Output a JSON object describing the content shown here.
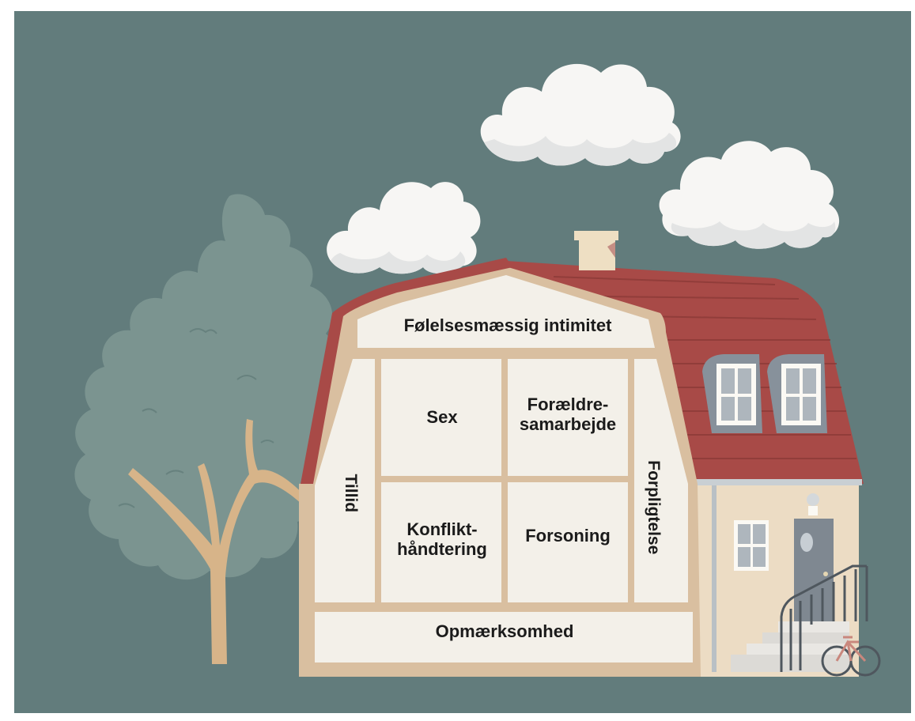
{
  "colors": {
    "background": "#627c7c",
    "cloud": "#f7f6f4",
    "cloud_shade": "#e3e4e4",
    "tree": "#7b9490",
    "trunk": "#d7b489",
    "roof": "#a84a47",
    "wall_frame": "#d9bfa0",
    "room_fill": "#f3f0e9",
    "facade": "#ecdcc4",
    "door": "#7f8891",
    "window_frame": "#fbf9f4",
    "dormer": "#87919b",
    "chimney": "#eedfc3"
  },
  "house": {
    "roof_label": "Følelsesmæssig intimitet",
    "rooms": [
      {
        "id": "sex",
        "label": "Sex"
      },
      {
        "id": "foraeldre",
        "label": "Forældre-\nsamarbejde"
      },
      {
        "id": "konflikt",
        "label": "Konflikt-\nhåndtering"
      },
      {
        "id": "forsoning",
        "label": "Forsoning"
      }
    ],
    "left_wall_label": "Tillid",
    "right_wall_label": "Forpligtelse",
    "foundation_label": "Opmærksomhed"
  },
  "icons": [
    "cloud-icon",
    "tree-icon",
    "bicycle-icon",
    "chimney-icon",
    "window-icon",
    "door-icon",
    "railing-icon"
  ]
}
